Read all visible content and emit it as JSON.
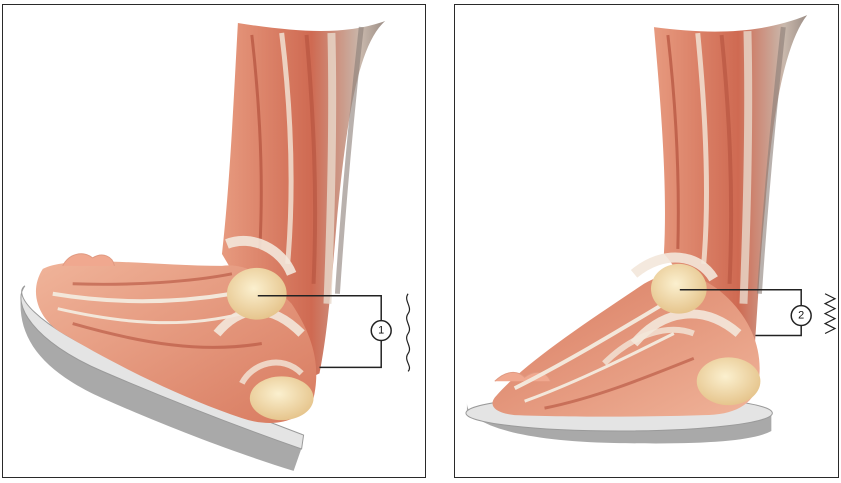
{
  "panels": [
    {
      "id": "left",
      "label": "1",
      "waveform": "sine"
    },
    {
      "id": "right",
      "label": "2",
      "waveform": "zigzag"
    }
  ],
  "colors": {
    "muscle": "#d9755e",
    "muscle_dark": "#b4513d",
    "tendon": "#f3e7da",
    "bone": "#f4dcae",
    "sole_top": "#e4e4e4",
    "sole_side": "#a9a9a9",
    "line": "#222222"
  }
}
